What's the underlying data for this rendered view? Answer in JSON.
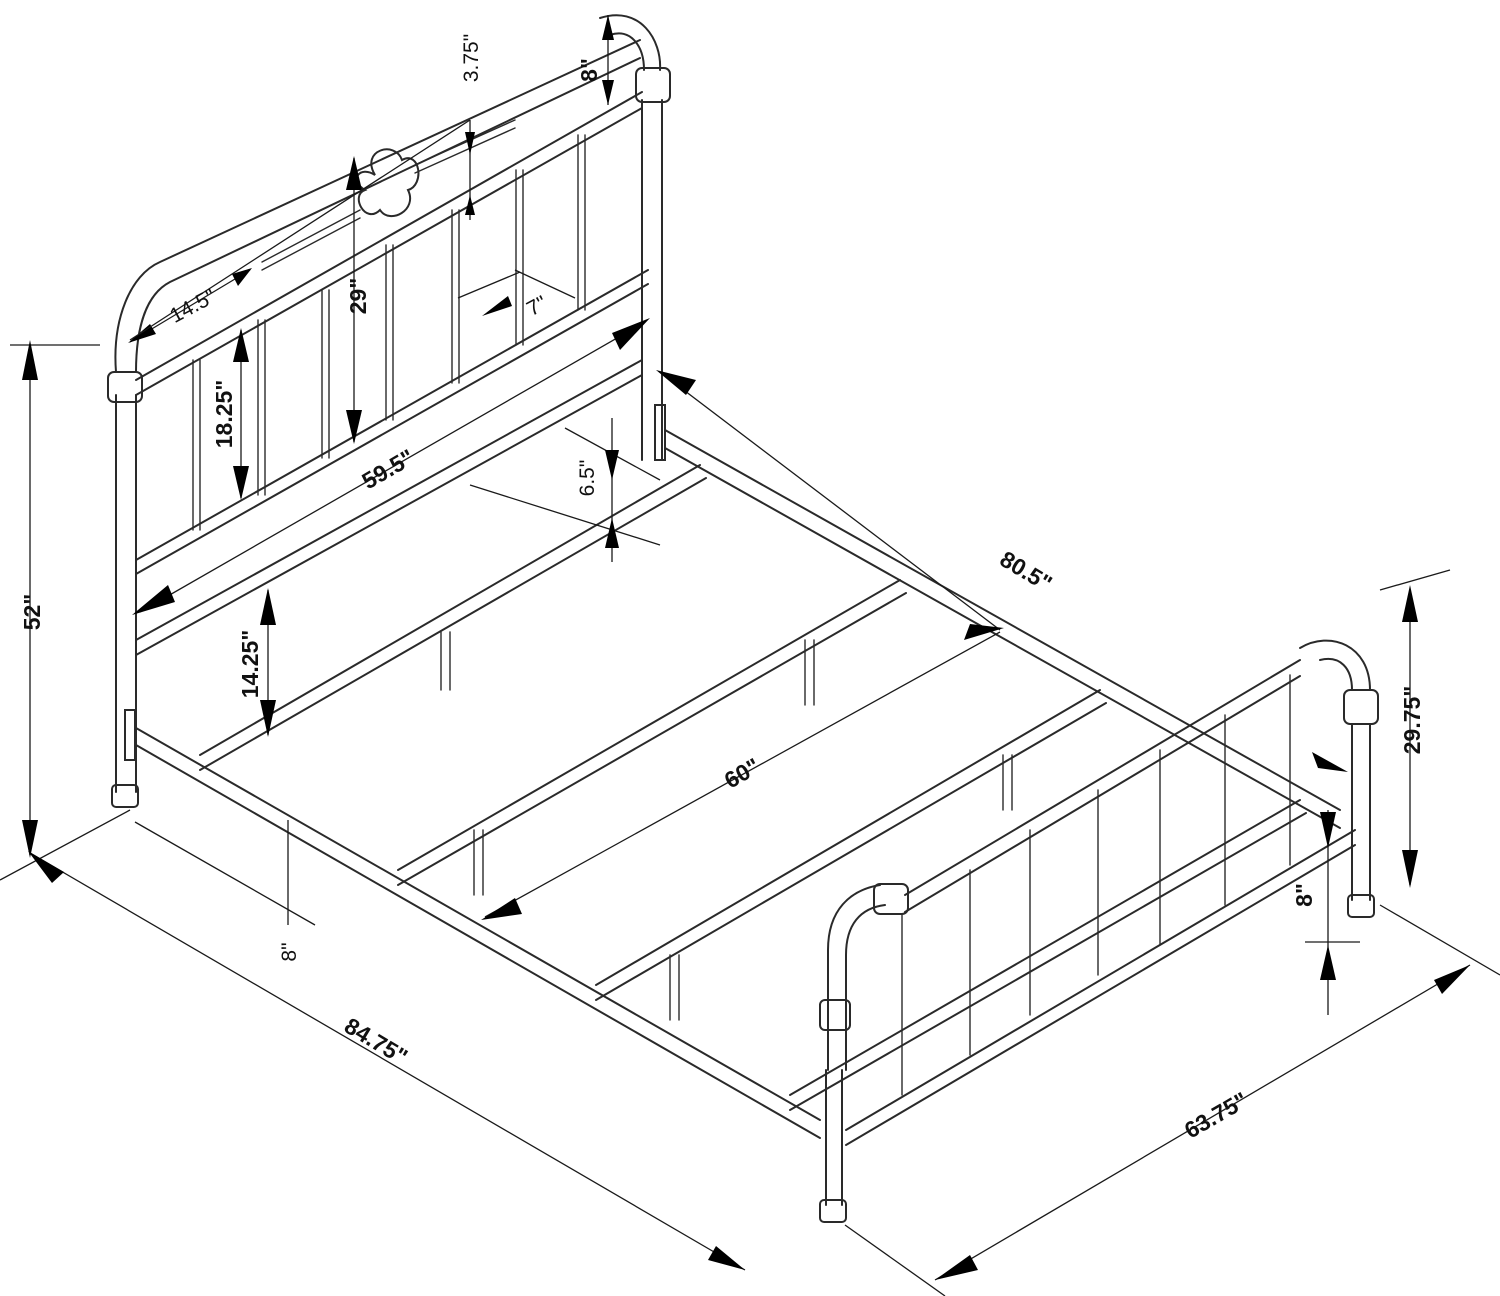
{
  "dimensions": {
    "top_curve_height": "3.75\"",
    "finial_height": "8\"",
    "panel_spacing": "14.5\"",
    "medallion_gap": "29\"",
    "bar_spacing": "7\"",
    "lower_panel": "18.25\"",
    "headboard_width": "59.5\"",
    "overall_height": "52\"",
    "rail_height": "6.5\"",
    "side_rail_length": "80.5\"",
    "clearance_under_rail": "14.25\"",
    "slat_length": "60\"",
    "leg_height_left": "8\"",
    "overall_length": "84.75\"",
    "footboard_height": "29.75\"",
    "leg_height_right": "8\"",
    "overall_width": "63.75\""
  },
  "colors": {
    "line": "#2a2a2a",
    "arrow": "#000000",
    "background": "#ffffff"
  }
}
